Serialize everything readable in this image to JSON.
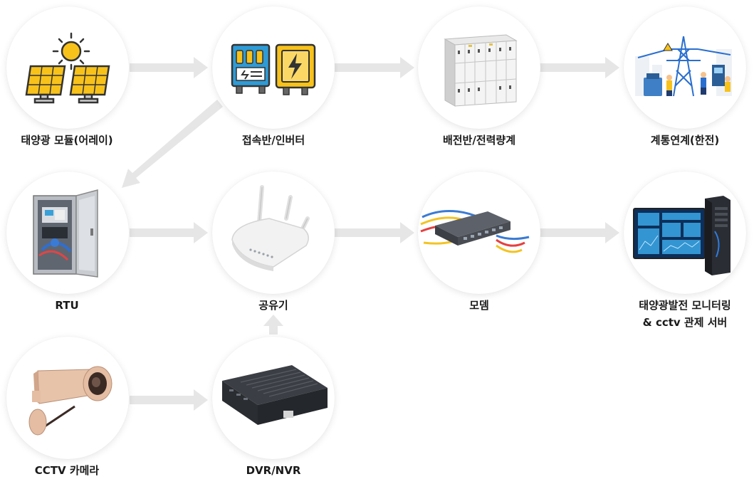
{
  "nodes": {
    "solar": {
      "label": "태양광 모듈(어레이)"
    },
    "junction": {
      "label": "접속반/인버터"
    },
    "distribution": {
      "label": "배전반/전력량계"
    },
    "grid": {
      "label": "계통연계(한전)"
    },
    "rtu": {
      "label": "RTU"
    },
    "router": {
      "label": "공유기"
    },
    "modem": {
      "label": "모뎀"
    },
    "server": {
      "label": "태양광발전 모니터링\n& cctv 관제 서버"
    },
    "cctv": {
      "label": "CCTV 카메라"
    },
    "dvr": {
      "label": "DVR/NVR"
    }
  },
  "colors": {
    "arrow": "#e6e6e6",
    "circle_bg": "#ffffff",
    "label": "#1a1a1a"
  }
}
